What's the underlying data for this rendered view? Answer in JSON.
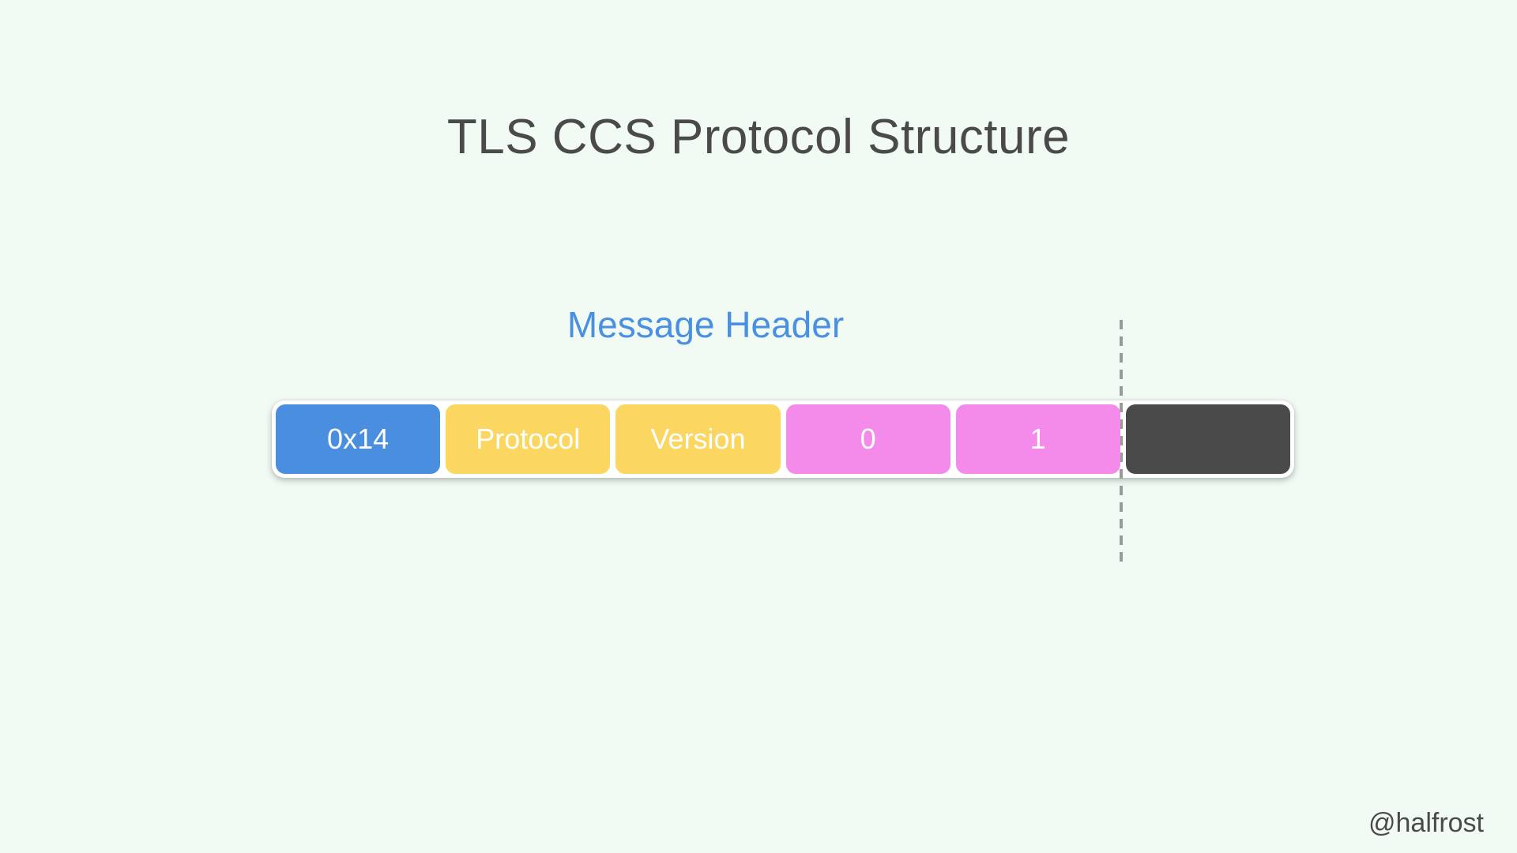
{
  "page": {
    "title": "TLS CCS Protocol Structure",
    "watermark": "@halfrost",
    "background_color": "#F1FAF3",
    "title_color": "#4A4A4A"
  },
  "diagram": {
    "group_label": "Message Header",
    "group_label_color": "#4A90E2",
    "container_color": "#FFFFFF",
    "divider_color": "#9A9A9A",
    "segments": [
      {
        "name": "ccs-type",
        "label": "0x14",
        "color": "#4A8EE0",
        "text_color": "#FFFFFF"
      },
      {
        "name": "protocol",
        "label": "Protocol",
        "color": "#FBD762",
        "text_color": "#FFFFFF"
      },
      {
        "name": "version",
        "label": "Version",
        "color": "#FBD762",
        "text_color": "#FFFFFF"
      },
      {
        "name": "payload-0",
        "label": "0",
        "color": "#F48BEB",
        "text_color": "#FFFFFF"
      },
      {
        "name": "payload-1",
        "label": "1",
        "color": "#F48BEB",
        "text_color": "#FFFFFF"
      },
      {
        "name": "reserved",
        "label": "",
        "color": "#4A4A4A",
        "text_color": "#FFFFFF"
      }
    ]
  }
}
